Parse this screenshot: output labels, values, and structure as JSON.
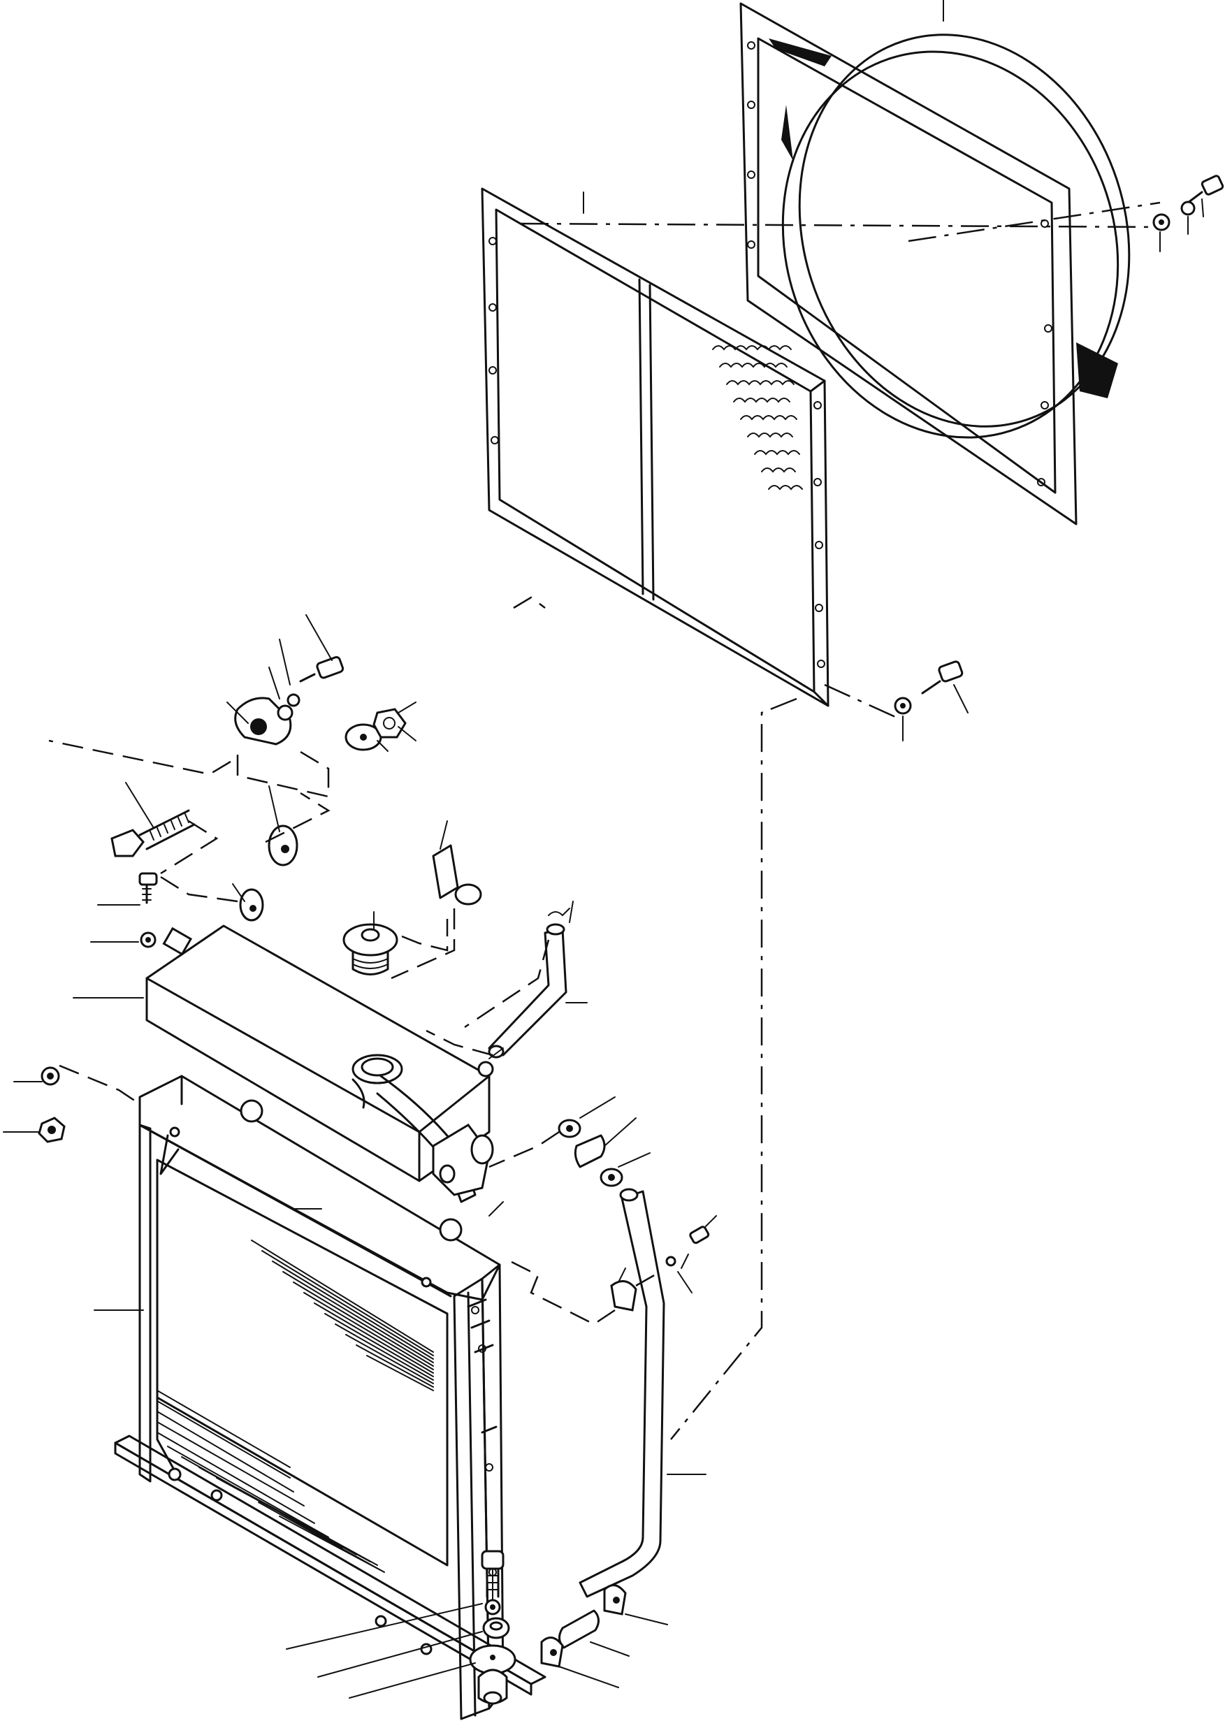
{
  "figure": {
    "colors": {
      "ink": "#111111",
      "paper": "#ffffff"
    },
    "components": [
      "fan-shroud",
      "radiator-core",
      "radiator-frame",
      "upper-tank",
      "radiator-cap",
      "upper-hose",
      "lower-hose",
      "reservoir-bracket",
      "mounting-bolt",
      "washer",
      "nut",
      "hose-clamp",
      "drain-cock",
      "rubber-mount"
    ]
  }
}
